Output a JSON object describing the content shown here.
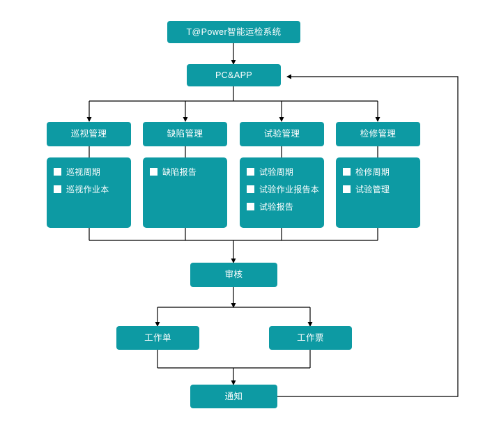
{
  "diagram": {
    "title": "T@Power智能运检系统",
    "accent_color": "#0d9aa3",
    "edge_color": "#000000",
    "background_color": "#ffffff",
    "text_color": "#ffffff"
  },
  "nodes": {
    "root": {
      "label": "T@Power智能运检系统"
    },
    "platform": {
      "label": "PC&APP"
    },
    "review": {
      "label": "审核"
    },
    "work_order": {
      "label": "工作单"
    },
    "work_ticket": {
      "label": "工作票"
    },
    "notice": {
      "label": "通知"
    }
  },
  "columns": [
    {
      "header": "巡视管理",
      "items": [
        {
          "bullet": "checkbox-square-icon",
          "label": "巡视周期"
        },
        {
          "bullet": "checkbox-square-icon",
          "label": "巡视作业本"
        }
      ]
    },
    {
      "header": "缺陷管理",
      "items": [
        {
          "bullet": "checkbox-square-icon",
          "label": "缺陷报告"
        }
      ]
    },
    {
      "header": "试验管理",
      "items": [
        {
          "bullet": "checkbox-square-icon",
          "label": "试验周期"
        },
        {
          "bullet": "checkbox-square-icon",
          "label": "试验作业报告本"
        },
        {
          "bullet": "checkbox-square-icon",
          "label": "试验报告"
        }
      ]
    },
    {
      "header": "检修管理",
      "items": [
        {
          "bullet": "checkbox-square-icon",
          "label": "检修周期"
        },
        {
          "bullet": "checkbox-square-icon",
          "label": "试验管理"
        }
      ]
    }
  ]
}
